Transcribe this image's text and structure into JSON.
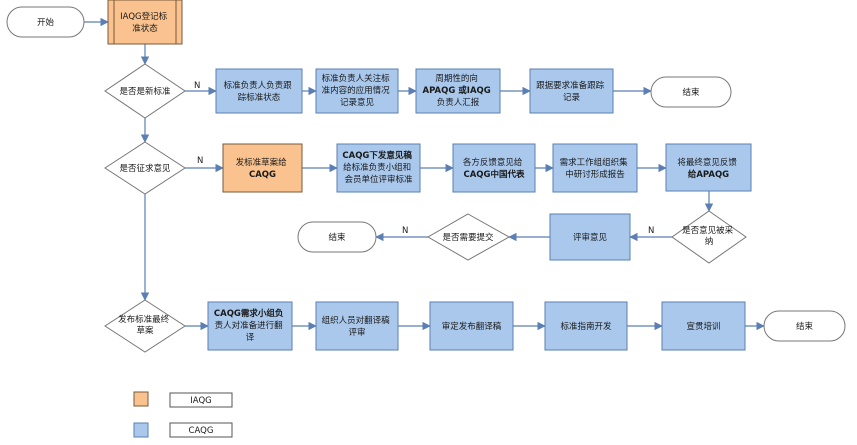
{
  "nodes": {
    "start": "开始",
    "register": [
      "IAQG登记标",
      "准状态"
    ],
    "is_new": "是否是新标准",
    "track": [
      "标准负责人负责跟",
      "踪标准状态"
    ],
    "record": [
      "标准负责人关注标",
      "准内容的应用情况",
      "记录意见"
    ],
    "report": [
      "周期性的向",
      "APAQG 或IAQG",
      "负责人汇报"
    ],
    "prepare": [
      "跟据要求准备跟踪",
      "记录"
    ],
    "end1": "结束",
    "is_solicit": "是否征求意见",
    "send_draft": [
      "发标准草案给",
      "CAQG"
    ],
    "distribute": [
      "CAQG下发意见稿",
      "给标准负责小组和",
      "会员单位评审标准"
    ],
    "feedback": [
      "各方反馈意见给",
      "CAQG中国代表"
    ],
    "discuss": [
      "需求工作组组织集",
      "中研讨形成报告"
    ],
    "final_opinion": [
      "将最终意见反馈",
      "给APAQG"
    ],
    "is_adopted": [
      "是否意见被采",
      "纳"
    ],
    "review": "评审意见",
    "need_submit": "是否需要提交",
    "end2": "结束",
    "publish_final": [
      "发布标准最终",
      "草案"
    ],
    "translate": [
      "CAQG需求小组负",
      "责人对准备进行翻",
      "译"
    ],
    "translate_review": [
      "组织人员对翻译稿",
      "评审"
    ],
    "approve": "审定发布翻译稿",
    "guide": "标准指南开发",
    "training": "宣贯培训",
    "end3": "结束"
  },
  "edge_labels": {
    "n1": "N",
    "n2": "N",
    "n3": "N",
    "n4": "N"
  },
  "legend": [
    {
      "label": "IAQG",
      "color": "#f9c28e"
    },
    {
      "label": "CAQG",
      "color": "#a9c8ec"
    }
  ],
  "colors": {
    "caqg_fill": "#a9c8ec",
    "iaqg_fill": "#f9c28e",
    "edge": "#5b7fb3"
  }
}
